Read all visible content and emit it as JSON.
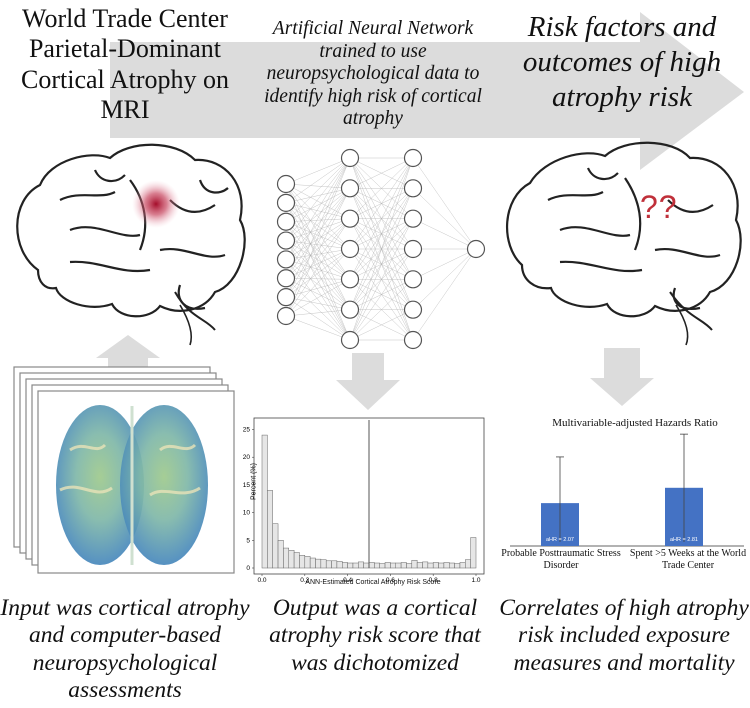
{
  "panels": {
    "left_title": "World Trade Center Parietal-Dominant Cortical Atrophy on MRI",
    "middle_title": "Artificial Neural Network trained to use neuropsychological data to identify high risk of cortical atrophy",
    "right_title": "Risk factors and outcomes of high atrophy risk",
    "question_marks": "??"
  },
  "captions": {
    "left": "Input was cortical atrophy and computer-based neuropsychological assessments",
    "middle": "Output was a cortical atrophy risk score that was dichotomized",
    "right": "Correlates of high atrophy risk included exposure measures and mortality"
  },
  "colors": {
    "arrow_gray": "#dcdcdc",
    "hotspot_red": "#b0102a",
    "question_red": "#c0303a",
    "bar_blue": "#4472c4",
    "hist_bar": "#e6e6e6"
  },
  "network": {
    "layers": [
      8,
      7,
      7,
      1
    ]
  },
  "chart_data": [
    {
      "type": "bar",
      "xlabel": "ANN-Estimated Cortical Atrophy Risk Score",
      "ylabel": "Percent (%)",
      "xlim": [
        0,
        1
      ],
      "ylim": [
        0,
        26
      ],
      "x_ticks": [
        "0.0",
        "0.2",
        "0.4",
        "0.6",
        "0.8",
        "1.0"
      ],
      "y_ticks": [
        "0",
        "5",
        "10",
        "15",
        "20",
        "25"
      ],
      "threshold": 0.5,
      "bin_width": 0.025,
      "values": [
        24,
        14,
        8,
        5,
        3.6,
        3.2,
        2.8,
        2.3,
        2.1,
        1.8,
        1.6,
        1.5,
        1.3,
        1.3,
        1.2,
        1.0,
        0.9,
        0.9,
        1.1,
        0.9,
        1.0,
        0.9,
        0.8,
        1.0,
        0.9,
        0.9,
        1.0,
        0.8,
        1.4,
        1.0,
        1.1,
        0.9,
        1.0,
        0.9,
        1.0,
        0.9,
        0.8,
        1.0,
        1.5,
        5.5
      ]
    },
    {
      "type": "bar",
      "title": "Multivariable-adjusted Hazards Ratio",
      "categories": [
        "Probable Posttraumatic Stress Disorder",
        "Spent >5 Weeks at the World Trade Center"
      ],
      "values": [
        2.07,
        2.81
      ],
      "value_labels": [
        "aHR = 2.07",
        "aHR = 2.81"
      ],
      "error_upper": [
        4.3,
        5.4
      ],
      "ylim": [
        0,
        5.6
      ]
    }
  ]
}
